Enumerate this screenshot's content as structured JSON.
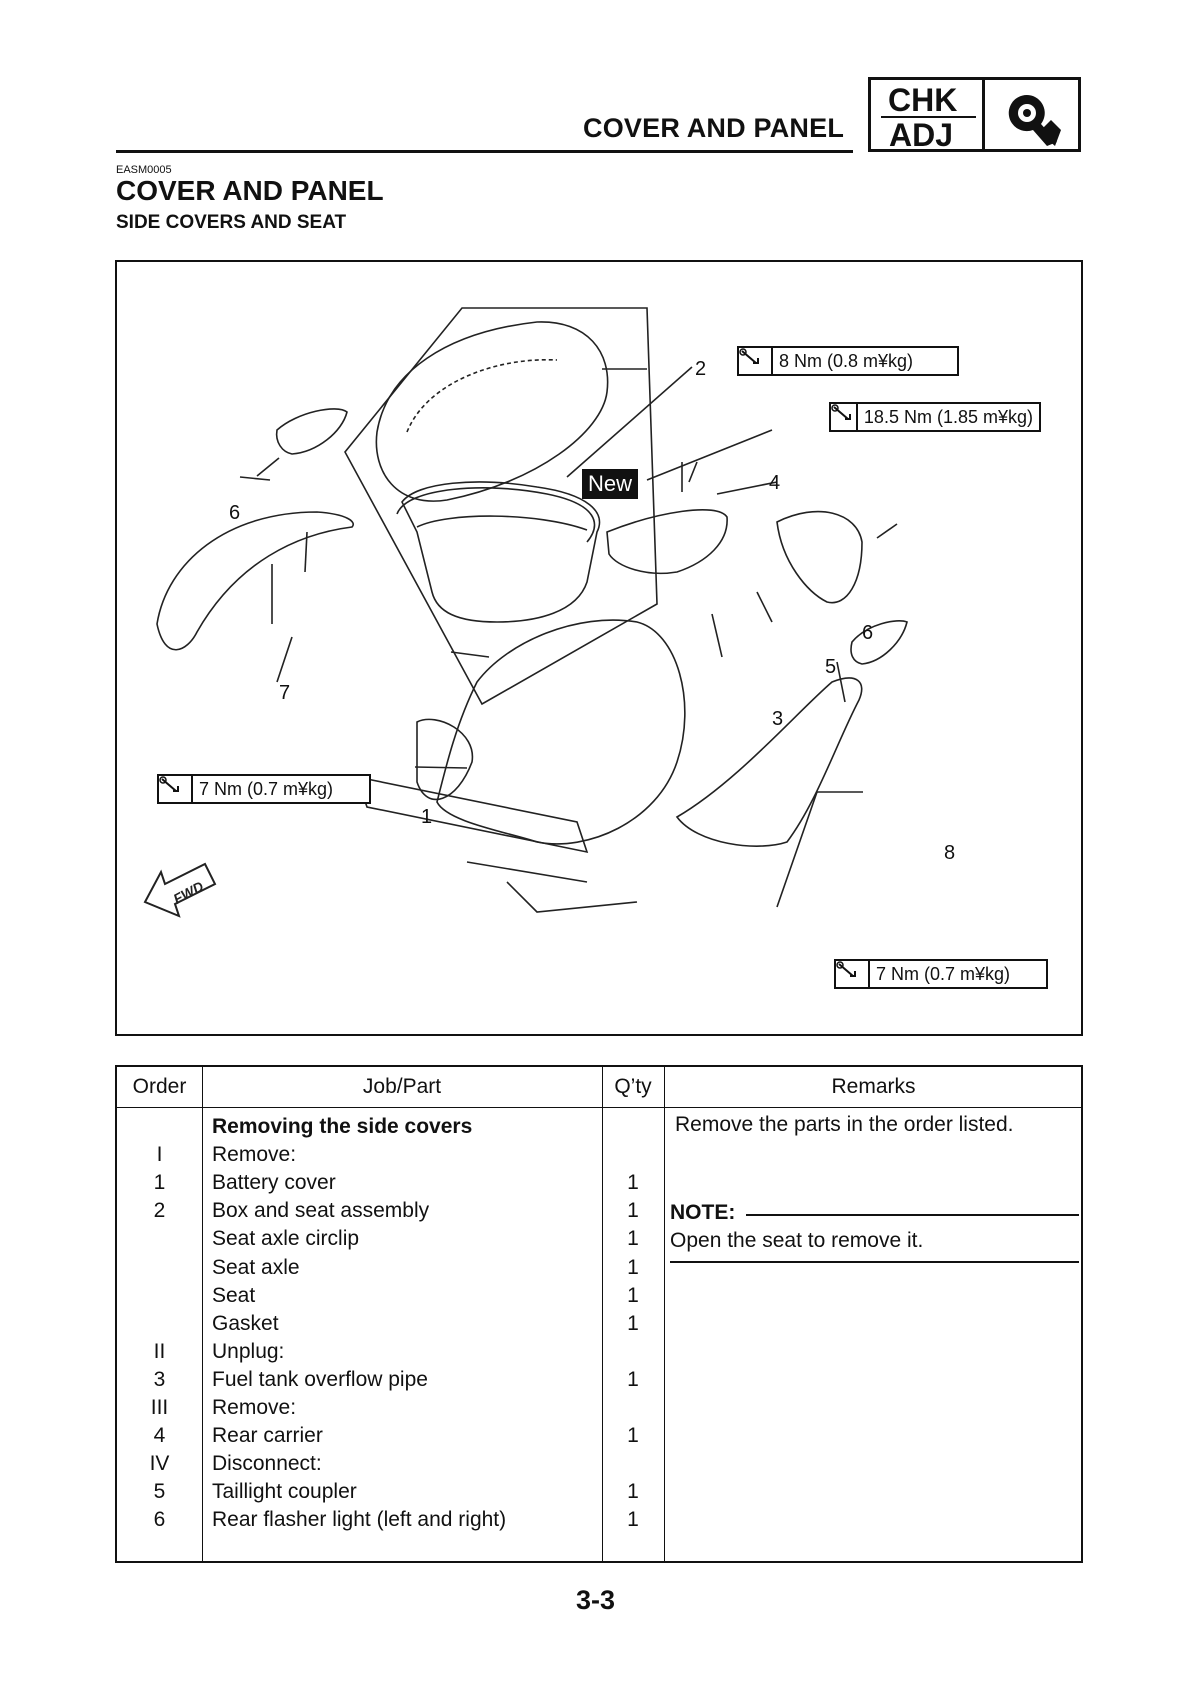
{
  "header": {
    "title": "COVER AND PANEL",
    "badge_top": "CHK",
    "badge_bottom": "ADJ",
    "badge_icon": "wrench-inspection-icon"
  },
  "doc_code": "EASM0005",
  "heading": "COVER AND PANEL",
  "subheading": "SIDE COVERS AND SEAT",
  "diagram": {
    "new_tag": "New",
    "fwd_label": "FWD",
    "torques": [
      "8 Nm (0.8 m¥kg)",
      "18.5 Nm (1.85 m¥kg)",
      "7 Nm (0.7 m¥kg)",
      "7 Nm (0.7 m¥kg)"
    ],
    "callouts": [
      "2",
      "4",
      "6",
      "6",
      "5",
      "3",
      "7",
      "1",
      "8"
    ]
  },
  "table": {
    "headers": [
      "Order",
      "Job/Part",
      "Q’ty",
      "Remarks"
    ],
    "rows": [
      {
        "order": "",
        "job": "Removing the side covers",
        "qty": "",
        "bold": true
      },
      {
        "order": "I",
        "job": "Remove:",
        "qty": ""
      },
      {
        "order": "1",
        "job": "Battery cover",
        "qty": "1"
      },
      {
        "order": "2",
        "job": "Box and seat assembly",
        "qty": "1"
      },
      {
        "order": "",
        "job": "Seat axle circlip",
        "qty": "1"
      },
      {
        "order": "",
        "job": "Seat axle",
        "qty": "1"
      },
      {
        "order": "",
        "job": "Seat",
        "qty": "1"
      },
      {
        "order": "",
        "job": "Gasket",
        "qty": "1"
      },
      {
        "order": "II",
        "job": "Unplug:",
        "qty": ""
      },
      {
        "order": "3",
        "job": "Fuel tank overflow pipe",
        "qty": "1"
      },
      {
        "order": "III",
        "job": "Remove:",
        "qty": ""
      },
      {
        "order": "4",
        "job": "Rear carrier",
        "qty": "1"
      },
      {
        "order": "IV",
        "job": "Disconnect:",
        "qty": ""
      },
      {
        "order": "5",
        "job": "Taillight coupler",
        "qty": "1"
      },
      {
        "order": "6",
        "job": "Rear flasher light (left and right)",
        "qty": "1"
      }
    ],
    "remarks": {
      "text": "Remove the parts in the order listed.",
      "note_label": "NOTE:",
      "note_text": "Open the seat to remove it."
    }
  },
  "page_number": "3-3"
}
